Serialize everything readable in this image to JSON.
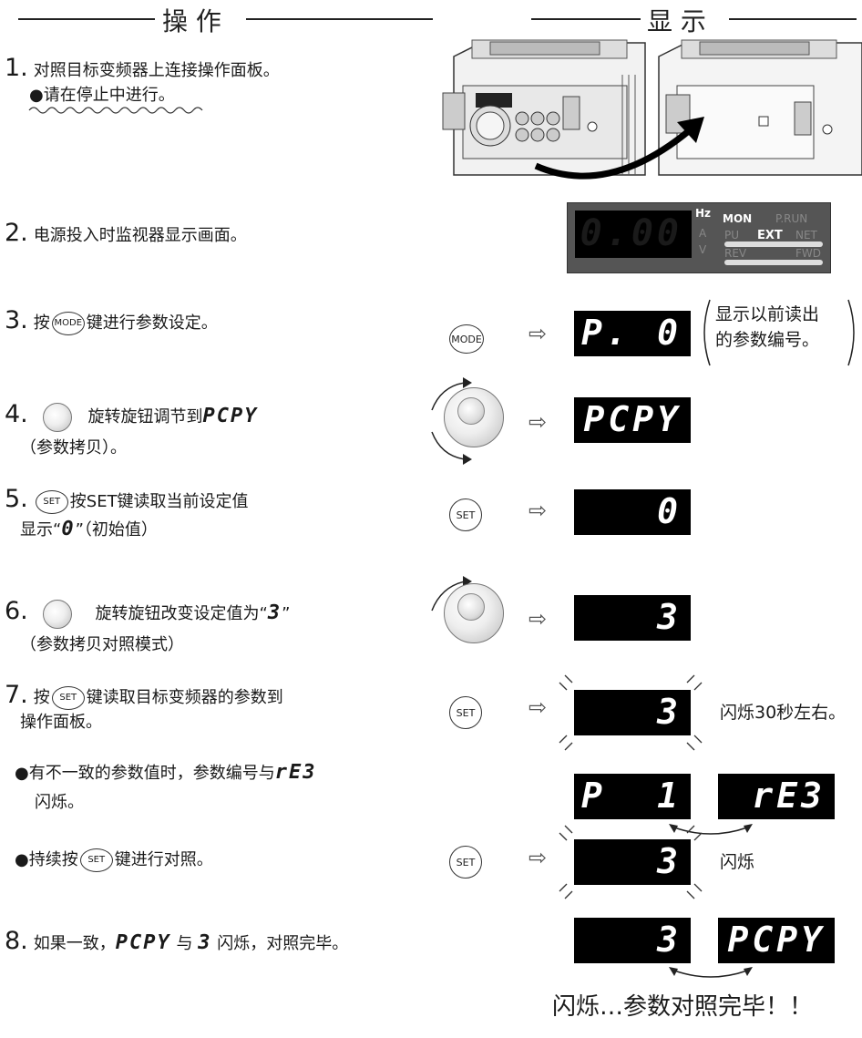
{
  "headers": {
    "left": "操 作",
    "right": "显 示"
  },
  "steps": {
    "s1": {
      "num": "1.",
      "text": "对照目标变频器上连接操作面板。",
      "note": "●请在停止中进行。"
    },
    "s2": {
      "num": "2.",
      "text": "电源投入时监视器显示画面。"
    },
    "s3": {
      "num": "3.",
      "pre": "按",
      "key": "MODE",
      "post": "键进行参数设定。"
    },
    "s4": {
      "num": "4.",
      "text": "旋转旋钮调节到",
      "seg": "PCPY",
      "sub": "（参数拷贝）。"
    },
    "s5": {
      "num": "5.",
      "key": "SET",
      "text": "按SET键读取当前设定值",
      "line2_pre": "显示“",
      "line2_seg": "0",
      "line2_post": "”（初始值）"
    },
    "s6": {
      "num": "6.",
      "text": "旋转旋钮改变设定值为“",
      "seg": "3",
      "post": "”",
      "sub": "（参数拷贝对照模式）"
    },
    "s7": {
      "num": "7.",
      "pre": "按",
      "key": "SET",
      "post": "键读取目标变频器的参数到",
      "line2": "操作面板。"
    },
    "b1": {
      "text": "●有不一致的参数值时，参数编号与",
      "seg": "rE3",
      "line2": "闪烁。"
    },
    "b2": {
      "pre": "●持续按",
      "key": "SET",
      "post": "键进行对照。"
    },
    "s8": {
      "num": "8.",
      "pre": "如果一致，",
      "seg1": "PCPY",
      "mid": "与",
      "seg2": "3",
      "post": "闪烁，对照完毕。"
    }
  },
  "display": {
    "panel": {
      "value": "0.00",
      "hz": "Hz",
      "a": "A",
      "v": "V",
      "mon": "MON",
      "prun": "P.RUN",
      "pu": "PU",
      "ext": "EXT",
      "net": "NET",
      "rev": "REV",
      "fwd": "FWD"
    },
    "d3": {
      "key": "MODE",
      "p": "P.",
      "n": "0",
      "note1": "显示以前读出",
      "note2": "的参数编号。"
    },
    "d4": {
      "seg": "PCPY"
    },
    "d5": {
      "key": "SET",
      "seg": "0"
    },
    "d6": {
      "seg": "3"
    },
    "d7": {
      "key": "SET",
      "seg": "3",
      "note": "闪烁30秒左右。"
    },
    "db1": {
      "p": "P",
      "n": "1",
      "seg": "rE3"
    },
    "db2": {
      "key": "SET",
      "seg": "3",
      "note": "闪烁"
    },
    "d8": {
      "seg1": "3",
      "seg2": "PCPY"
    },
    "footer": "闪烁…参数对照完毕！！"
  },
  "icons": [
    "arrow-right-icon",
    "knob-icon",
    "double-arrow-icon",
    "blink-marks-icon"
  ]
}
